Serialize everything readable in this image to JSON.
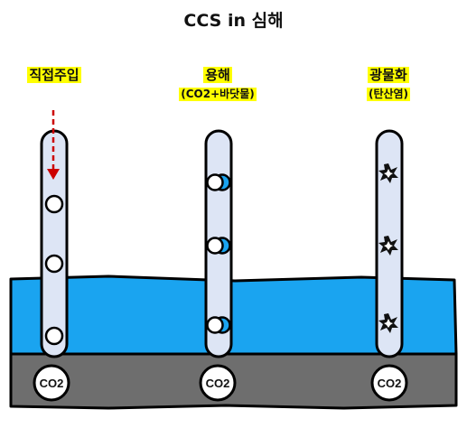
{
  "title": "CCS in 심해",
  "methods": [
    {
      "name": "직접주입",
      "sub": "",
      "co2_label": "CO2"
    },
    {
      "name": "용해",
      "sub": "(CO2+바닷물)",
      "co2_label": "CO2"
    },
    {
      "name": "광물화",
      "sub": "(탄산염)",
      "co2_label": "CO2"
    }
  ],
  "colors": {
    "water": "#1aa4f0",
    "seabed": "#6e6e6e",
    "pipe": "#dde5f5",
    "arrow": "#cc0000",
    "highlight": "#ffff00"
  },
  "icons": [
    "down-arrow-icon",
    "bubble-icon",
    "dissolving-bubble-icon",
    "mineral-burst-icon"
  ]
}
